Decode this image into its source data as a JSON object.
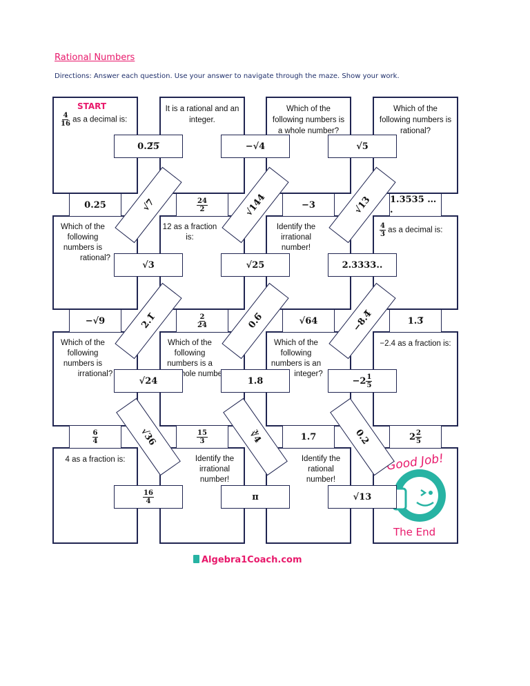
{
  "header": {
    "title": "Rational Numbers",
    "directions": "Directions: Answer each question. Use your answer to navigate through the maze. Show your work."
  },
  "rows": [
    {
      "cells": [
        {
          "start": "START",
          "frac": [
            "4",
            "16"
          ],
          "text": "as a decimal is:"
        },
        {
          "text": "It is a rational and an integer."
        },
        {
          "text": "Which of the following numbers is a whole number?"
        },
        {
          "text": "Which of the following numbers is rational?"
        }
      ],
      "answers": [
        "0.2̅5̅",
        "−√4",
        "√5"
      ]
    },
    {
      "cells": [
        {
          "text": "Which of the following numbers is rational?"
        },
        {
          "text": "12 as a fraction is:"
        },
        {
          "text": "Identify the irrational number!"
        },
        {
          "frac": [
            "4",
            "3"
          ],
          "text": "as a decimal is:"
        }
      ],
      "answers": [
        "√3",
        "√25",
        "2.3333.."
      ]
    },
    {
      "cells": [
        {
          "text": "Which of the following numbers is irrational?"
        },
        {
          "text": "Which of the following numbers is a whole number?"
        },
        {
          "text": "Which of the following numbers is an integer?"
        },
        {
          "text": "−2.4 as a fraction is:"
        }
      ],
      "answers": [
        "√24",
        "1.8",
        {
          "whole": "−2",
          "frac": [
            "1",
            "5"
          ]
        }
      ]
    },
    {
      "cells": [
        {
          "text": "4 as a fraction is:"
        },
        {
          "text": "Identify the irrational number!"
        },
        {
          "text": "Identify the rational number!"
        },
        {
          "good_job": "Good Job!",
          "the_end": "The End"
        }
      ],
      "answers": [
        {
          "frac": [
            "16",
            "4"
          ]
        },
        "π",
        "√13"
      ]
    }
  ],
  "strips": [
    {
      "vertical": [
        "0.25",
        {
          "frac": [
            "24",
            "2"
          ]
        },
        "−3",
        "1.3535 … ."
      ],
      "diagonal": [
        "√7",
        "√144",
        "√13"
      ]
    },
    {
      "vertical": [
        "−√9",
        {
          "frac": [
            "2",
            "24"
          ]
        },
        "√64",
        "1.3̅"
      ],
      "diagonal": [
        "2.1̅",
        "0.6̅",
        "−8.4̅"
      ]
    },
    {
      "vertical": [
        {
          "frac": [
            "6",
            "4"
          ]
        },
        {
          "frac": [
            "15",
            "3"
          ]
        },
        "1.7",
        {
          "whole": "2",
          "frac": [
            "2",
            "5"
          ]
        }
      ],
      "diagonal": [
        "√36",
        "∛4",
        "0.2"
      ]
    }
  ],
  "footer": "Algebra1Coach.com",
  "colors": {
    "accent": "#e8196b",
    "border": "#1f2450",
    "teal": "#27b3a3"
  }
}
